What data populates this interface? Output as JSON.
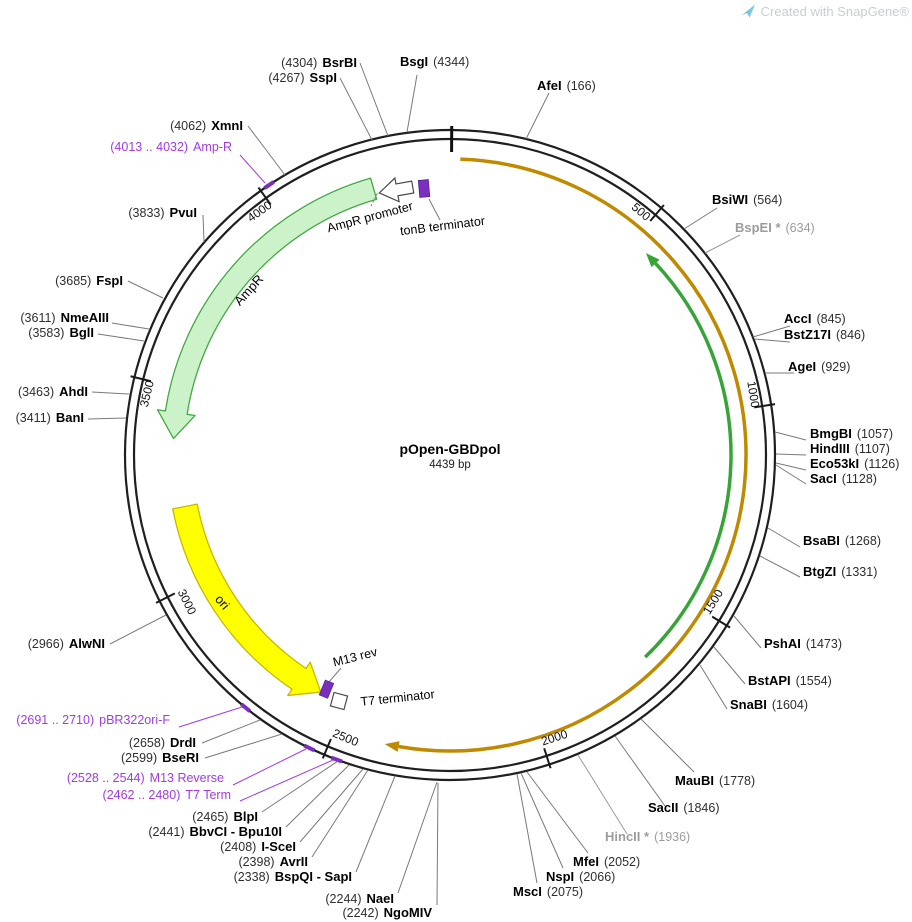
{
  "watermark": {
    "text": "Created with SnapGene®"
  },
  "plasmid": {
    "name": "pOpen-GBDpol",
    "size": "4439 bp"
  },
  "ticks": [
    "500",
    "1000",
    "1500",
    "2000",
    "2500",
    "3000",
    "3500",
    "4000"
  ],
  "features": {
    "ampr": "AmpR",
    "ampr_promoter": "AmpR promoter",
    "tonb_terminator": "tonB terminator",
    "ori": "ori",
    "m13_rev": "M13 rev",
    "t7_terminator": "T7 terminator"
  },
  "colors": {
    "amp_fill": "#CCF2CA",
    "amp_stroke": "#45A845",
    "ori_fill": "#FFFF00",
    "ori_stroke": "#C9B700",
    "orange": "#C08A00",
    "green": "#37A437",
    "primer_purple": "#A13BDF",
    "glyph_purple": "#7B2FBF",
    "gray_label": "#9C9C9C"
  },
  "labels": [
    {
      "bold": "BsgI",
      "plain": "(4344)"
    },
    {
      "plain": "(4304)",
      "bold": "BsrBI"
    },
    {
      "plain": "(4267)",
      "bold": "SspI"
    },
    {
      "bold": "AfeI",
      "plain": "(166)"
    },
    {
      "plain": "(4062)",
      "bold": "XmnI"
    },
    {
      "plain": "(4013 .. 4032)",
      "name": "Amp-R"
    },
    {
      "plain": "(3833)",
      "bold": "PvuI"
    },
    {
      "bold": "BsiWI",
      "plain": "(564)"
    },
    {
      "bold": "BspEI *",
      "plain": "(634)"
    },
    {
      "plain": "(3685)",
      "bold": "FspI"
    },
    {
      "plain": "(3611)",
      "bold": "NmeAIII"
    },
    {
      "plain": "(3583)",
      "bold": "BglI"
    },
    {
      "bold": "AccI",
      "plain": "(845)"
    },
    {
      "bold": "BstZ17I",
      "plain": "(846)"
    },
    {
      "bold": "AgeI",
      "plain": "(929)"
    },
    {
      "plain": "(3463)",
      "bold": "AhdI"
    },
    {
      "plain": "(3411)",
      "bold": "BanI"
    },
    {
      "bold": "BmgBI",
      "plain": "(1057)"
    },
    {
      "bold": "HindIII",
      "plain": "(1107)"
    },
    {
      "bold": "Eco53kI",
      "plain": "(1126)"
    },
    {
      "bold": "SacI",
      "plain": "(1128)"
    },
    {
      "bold": "BsaBI",
      "plain": "(1268)"
    },
    {
      "bold": "BtgZI",
      "plain": "(1331)"
    },
    {
      "bold": "PshAI",
      "plain": "(1473)"
    },
    {
      "bold": "BstAPI",
      "plain": "(1554)"
    },
    {
      "bold": "SnaBI",
      "plain": "(1604)"
    },
    {
      "plain": "(2966)",
      "bold": "AlwNI"
    },
    {
      "bold": "MauBI",
      "plain": "(1778)"
    },
    {
      "bold": "SacII",
      "plain": "(1846)"
    },
    {
      "bold": "HincII *",
      "plain": "(1936)"
    },
    {
      "plain": "(2691 .. 2710)",
      "name": "pBR322ori-F"
    },
    {
      "plain": "(2658)",
      "bold": "DrdI"
    },
    {
      "plain": "(2599)",
      "bold": "BseRI"
    },
    {
      "plain": "(2528 .. 2544)",
      "name": "M13 Reverse"
    },
    {
      "plain": "(2462 .. 2480)",
      "name": "T7 Term"
    },
    {
      "bold": "MfeI",
      "plain": "(2052)"
    },
    {
      "bold": "NspI",
      "plain": "(2066)"
    },
    {
      "bold": "MscI",
      "plain": "(2075)"
    },
    {
      "plain": "(2465)",
      "bold": "BlpI"
    },
    {
      "plain": "(2441)",
      "bold": "BbvCI - Bpu10I"
    },
    {
      "plain": "(2408)",
      "bold": "I-SceI"
    },
    {
      "plain": "(2398)",
      "bold": "AvrII"
    },
    {
      "plain": "(2338)",
      "bold": "BspQI - SapI"
    },
    {
      "plain": "(2244)",
      "bold": "NaeI"
    },
    {
      "plain": "(2242)",
      "bold": "NgoMIV"
    }
  ]
}
